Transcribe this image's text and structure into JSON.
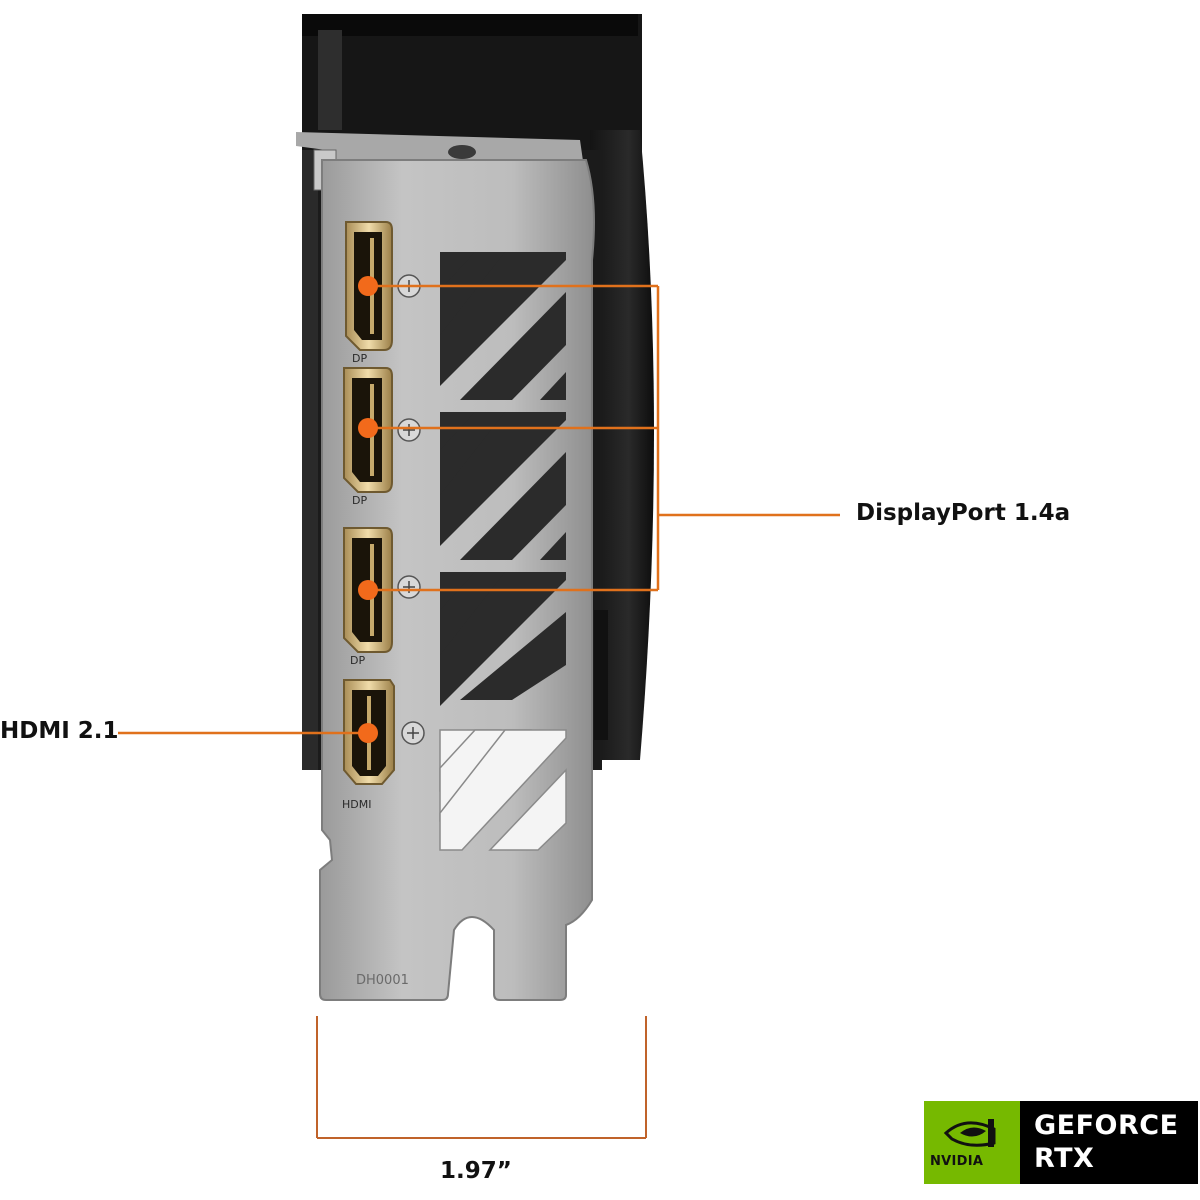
{
  "callouts": {
    "displayport": "DisplayPort 1.4a",
    "hdmi": "HDMI 2.1",
    "width": "1.97”"
  },
  "bracket": {
    "port_labels": [
      "DP",
      "DP",
      "DP",
      "HDMI"
    ],
    "stamp": "DH0001"
  },
  "badge": {
    "brand": "NVIDIA",
    "line1": "GEFORCE",
    "line2": "RTX",
    "brand_color": "#76b900"
  },
  "colors": {
    "accent": "#e0711c",
    "dot": "#f26a1b"
  }
}
